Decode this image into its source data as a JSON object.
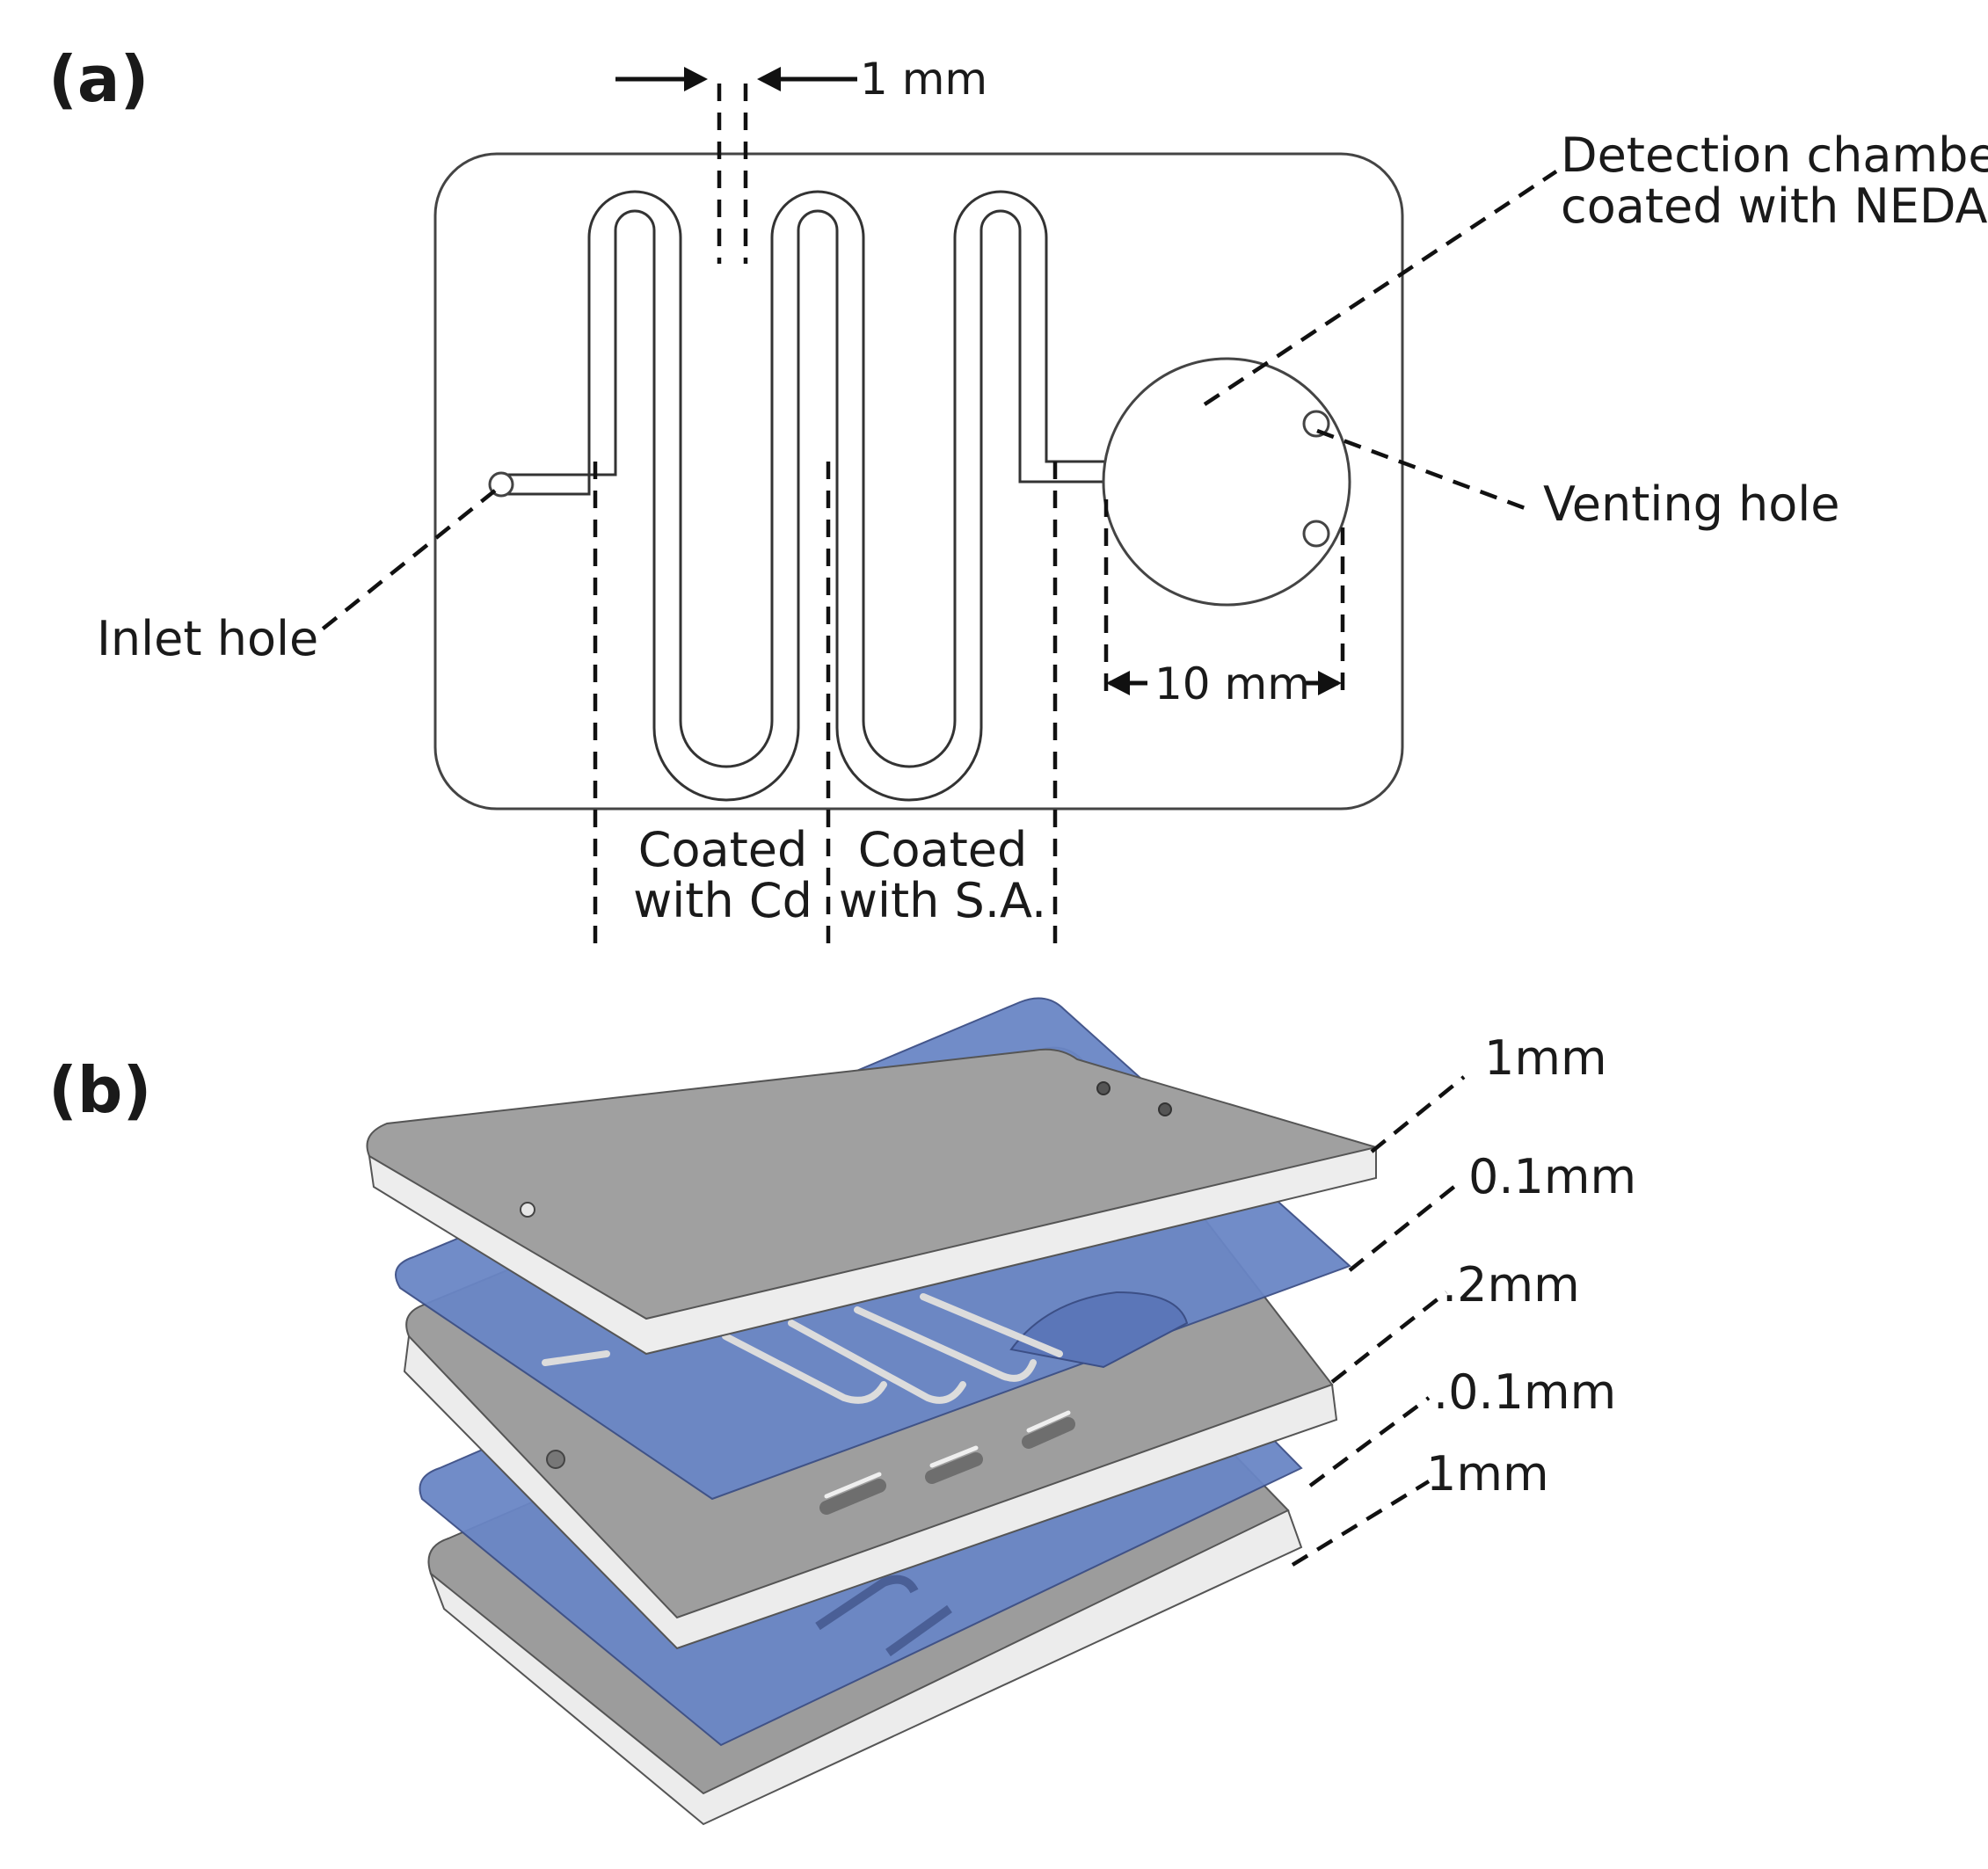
{
  "panel_a": {
    "label": "(a)",
    "dim_channel_width": "1 mm",
    "detection_line1": "Detection chamber",
    "detection_line2": "coated with NEDA",
    "venting_hole": "Venting hole",
    "inlet_hole": "Inlet hole",
    "dim_chamber": "10 mm",
    "coated_cd_line1": "Coated",
    "coated_cd_line2": "with Cd",
    "coated_sa_line1": "Coated",
    "coated_sa_line2": "with S.A."
  },
  "panel_b": {
    "label": "(b)",
    "layers": [
      "1mm",
      "0.1mm",
      ".2mm",
      ".0.1mm",
      "1mm"
    ]
  },
  "colors": {
    "gray_plate": "#9c9c9c",
    "blue_film": "#6a86c6",
    "edge": "#e8e8e8"
  }
}
